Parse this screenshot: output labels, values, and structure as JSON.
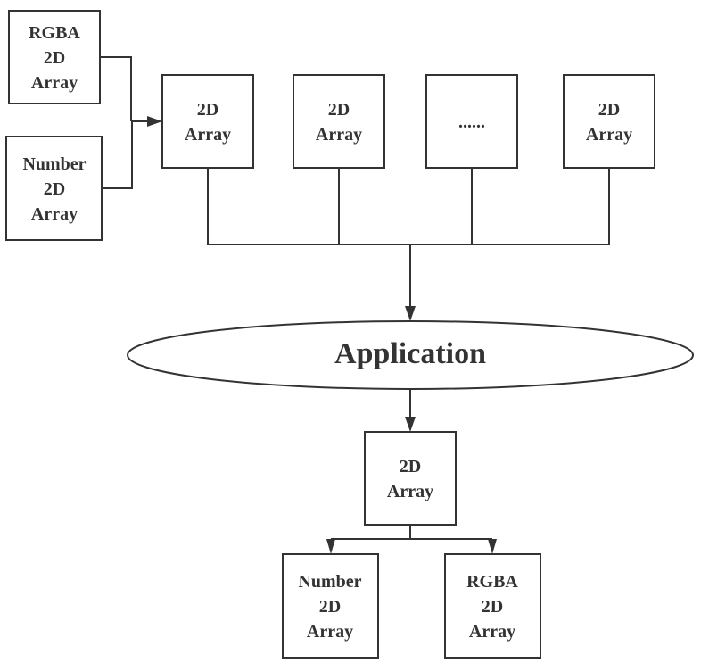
{
  "diagram": {
    "input_rgba": [
      "RGBA",
      "2D",
      "Array"
    ],
    "input_number": [
      "Number",
      "2D",
      "Array"
    ],
    "arrays": [
      [
        "2D",
        "Array"
      ],
      [
        "2D",
        "Array"
      ],
      [
        "......"
      ],
      [
        "2D",
        "Array"
      ]
    ],
    "application": "Application",
    "result": [
      "2D",
      "Array"
    ],
    "output_number": [
      "Number",
      "2D",
      "Array"
    ],
    "output_rgba": [
      "RGBA",
      "2D",
      "Array"
    ]
  },
  "colors": {
    "stroke": "#333333",
    "text": "#333333",
    "fill": "#ffffff"
  }
}
